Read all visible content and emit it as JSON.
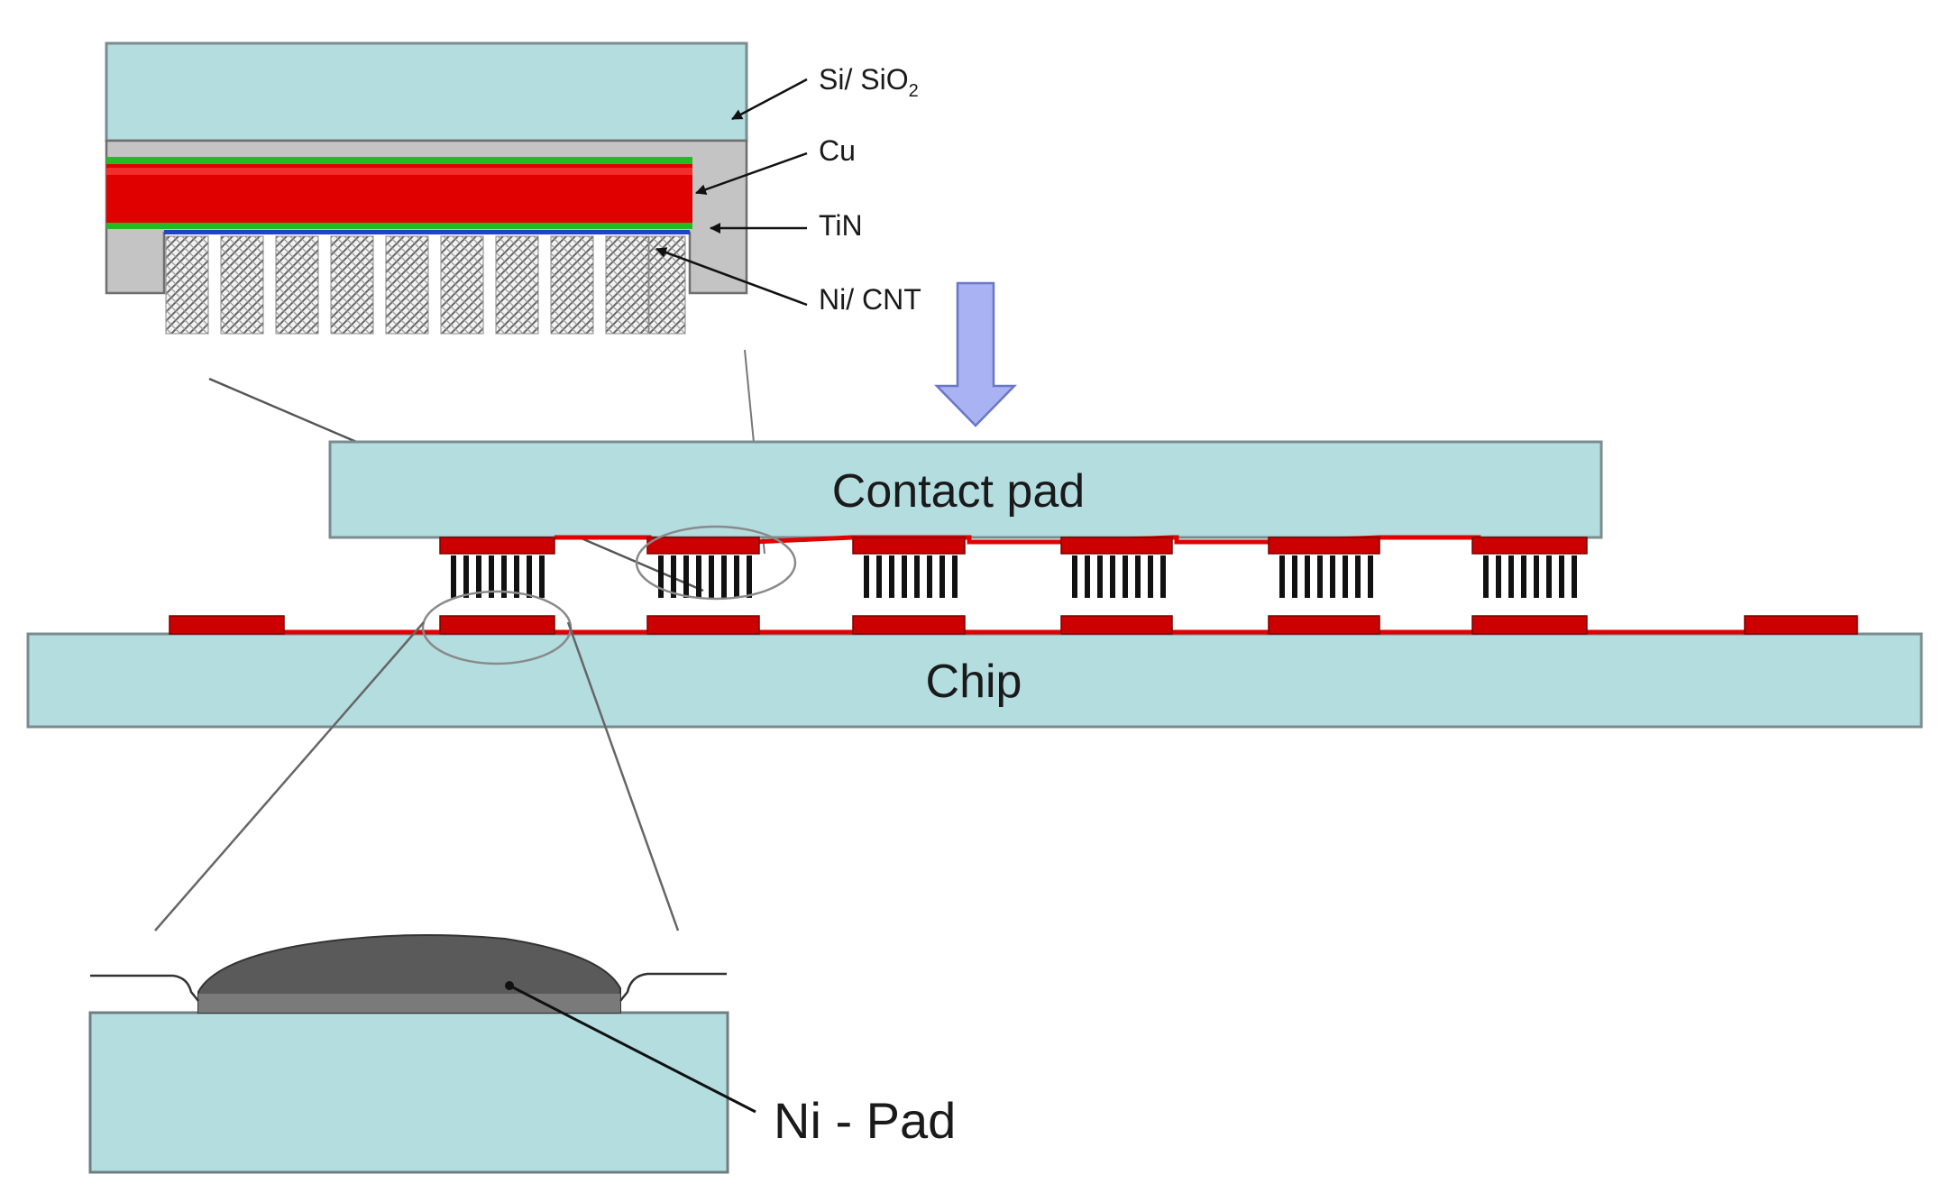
{
  "labels": {
    "si": "Si/ SiO",
    "si_sub": "2",
    "cu": "Cu",
    "tin": "TiN",
    "ni_cnt": "Ni/ CNT",
    "contact_pad": "Contact pad",
    "chip": "Chip",
    "ni_pad": "Ni - Pad"
  },
  "colors": {
    "substrate": "#b4dde0",
    "copper": "#e00000",
    "tin": "#22bb22",
    "ni": "#2244cc",
    "cnt": "#1a1a1a",
    "pad": "#cc0000",
    "arrow": "#a9b2f2",
    "ni_dome": "#5a5a5a"
  }
}
